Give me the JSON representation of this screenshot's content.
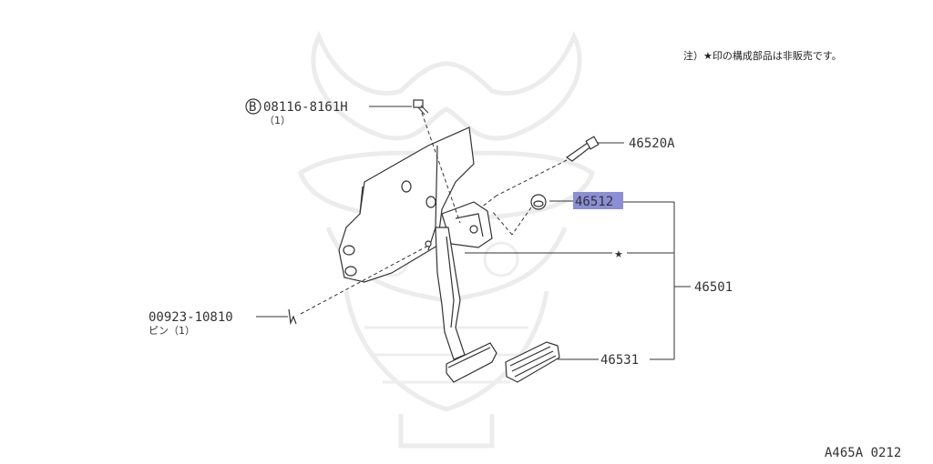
{
  "note": "注）★印の構成部品は非販売です。",
  "diagram_code": "A465A 0212",
  "parts": {
    "bolt_b_symbol": "B",
    "bolt_b_number": "08116-8161H",
    "bolt_b_qty": "（1）",
    "bolt_main": "46520A",
    "bushing": "46512",
    "star": "★",
    "assembly": "46501",
    "pad": "46531",
    "pin_number": "00923-10810",
    "pin_desc": "ピン（1）"
  },
  "colors": {
    "highlight": "#8b8fd6",
    "line": "#333333",
    "watermark": "#ececec"
  }
}
